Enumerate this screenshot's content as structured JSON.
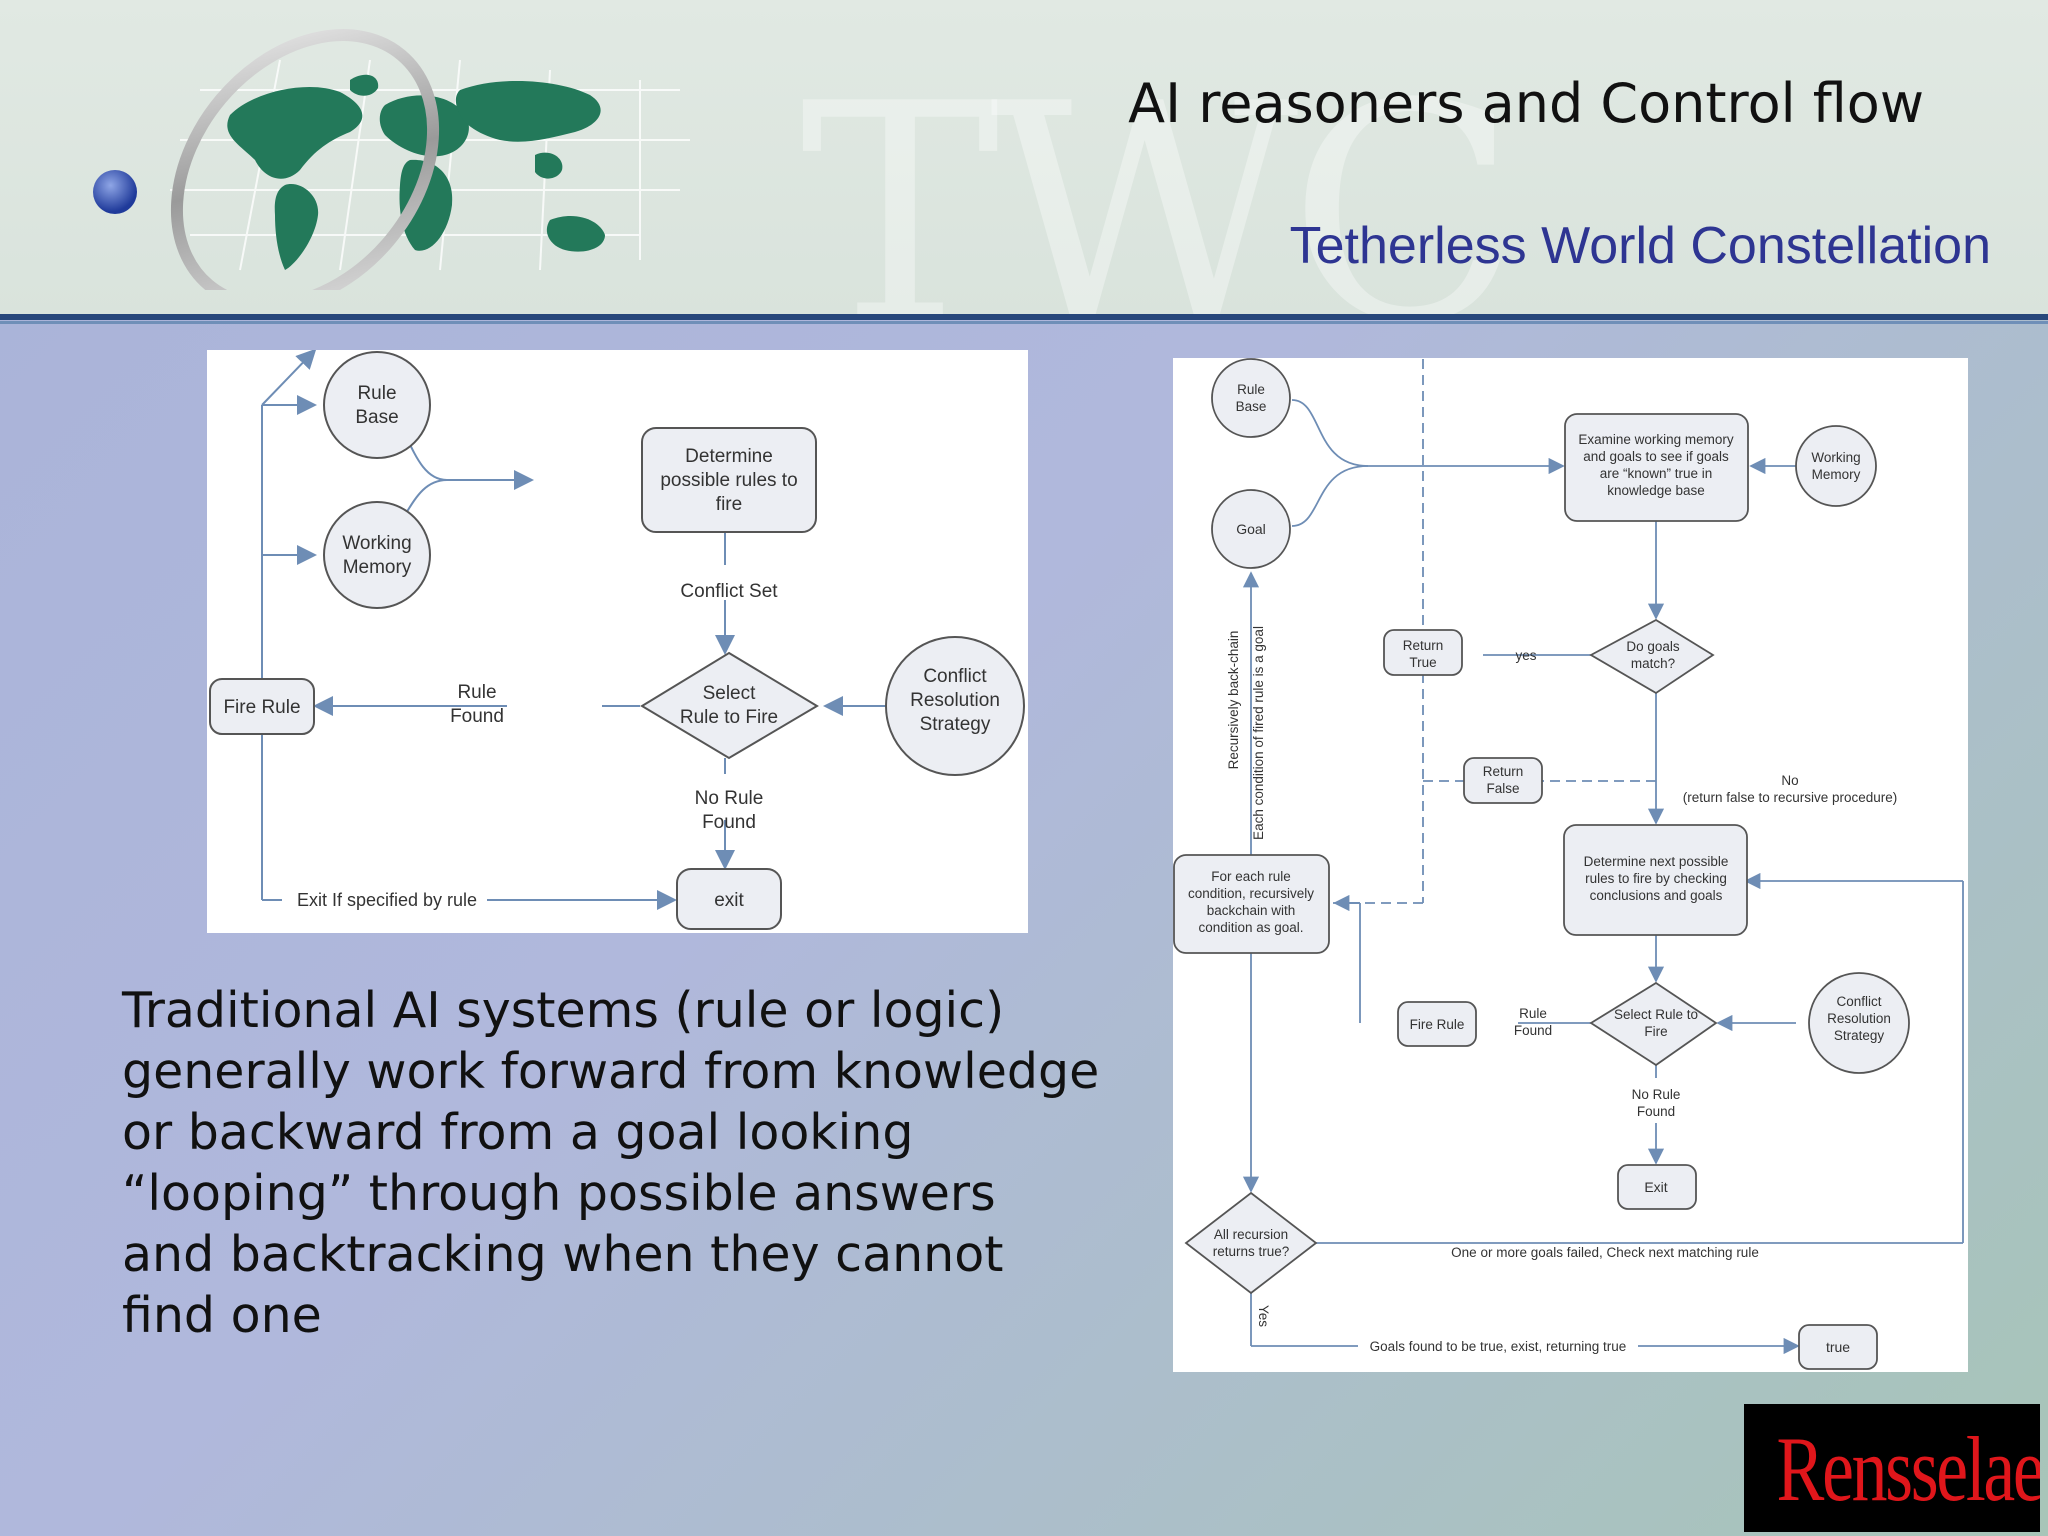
{
  "slide": {
    "title": "AI reasoners and Control flow",
    "subtitle": "Tetherless World Constellation",
    "watermark": "TWC",
    "body": "Traditional AI systems (rule or logic) generally work forward from knowledge or backward from a goal looking “looping” through possible answers and backtracking when they cannot find one",
    "logo_text": "Rensselaer"
  },
  "diagram_left": {
    "rule_base": [
      "Rule",
      "Base"
    ],
    "working_memory": [
      "Working",
      "Memory"
    ],
    "determine": [
      "Determine",
      "possible rules to",
      "fire"
    ],
    "conflict_set": "Conflict Set",
    "select": [
      "Select",
      "Rule to Fire"
    ],
    "conflict_resolution": [
      "Conflict",
      "Resolution",
      "Strategy"
    ],
    "fire_rule": "Fire Rule",
    "rule_found": [
      "Rule",
      "Found"
    ],
    "no_rule_found": [
      "No Rule",
      "Found"
    ],
    "exit": "exit",
    "exit_if": "Exit If specified by rule"
  },
  "diagram_right": {
    "rule_base": [
      "Rule",
      "Base"
    ],
    "goal": "Goal",
    "examine": [
      "Examine working memory",
      "and goals to see if goals",
      "are “known” true in",
      "knowledge base"
    ],
    "working_memory": [
      "Working",
      "Memory"
    ],
    "do_goals_match": [
      "Do goals",
      "match?"
    ],
    "yes": "yes",
    "return_true": [
      "Return",
      "True"
    ],
    "return_false": [
      "Return",
      "False"
    ],
    "no_label": [
      "No",
      "(return false to recursive procedure)"
    ],
    "recursive_label": [
      "Recursively back-chain",
      "Each condition of fired rule is a goal"
    ],
    "for_each": [
      "For each rule",
      "condition, recursively",
      "backchain with",
      "condition as goal."
    ],
    "determine_next": [
      "Determine next possible",
      "rules to fire by checking",
      "conclusions and goals"
    ],
    "fire_rule": "Fire Rule",
    "rule_found": [
      "Rule",
      "Found"
    ],
    "select": [
      "Select Rule to",
      "Fire"
    ],
    "conflict_resolution": [
      "Conflict",
      "Resolution",
      "Strategy"
    ],
    "no_rule_found": [
      "No Rule",
      "Found"
    ],
    "exit": "Exit",
    "all_recursion": [
      "All recursion",
      "returns true?"
    ],
    "goals_failed": "One or more goals failed, Check next matching rule",
    "yes_vertical": "Yes",
    "goals_found": "Goals found to be true, exist, returning true",
    "true": "true"
  },
  "colors": {
    "header_bg": "#dde6e0",
    "rule_dark": "#27477b",
    "subtitle": "#2e3592",
    "logo_bg": "#000000",
    "logo_text": "#e0161b",
    "node_fill": "#eceef3",
    "arrow": "#6e8db5"
  }
}
